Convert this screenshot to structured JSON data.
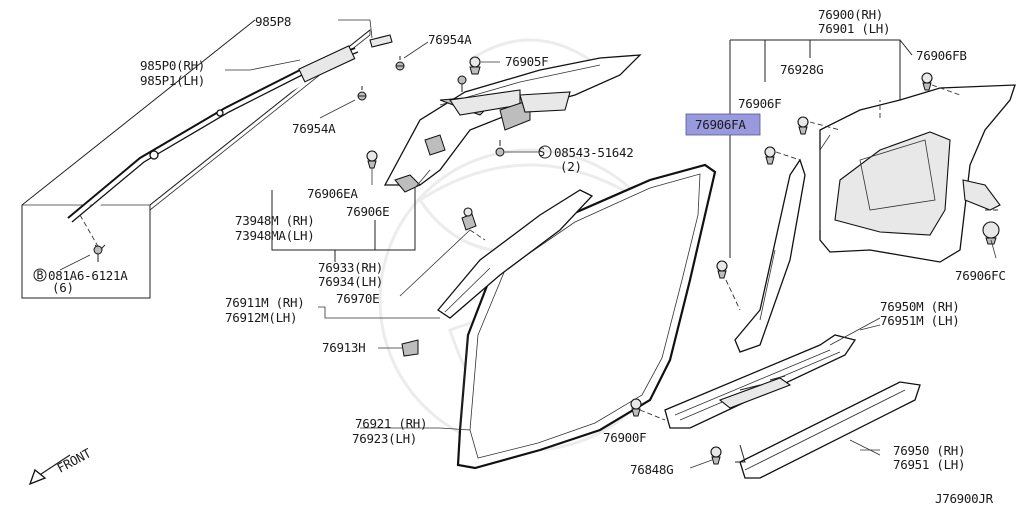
{
  "diagram_id": "J76900JR",
  "front_label": "FRONT",
  "highlighted_part": "76906FA",
  "labels": {
    "p985P8": "985P8",
    "p985P0": "985P0(RH)",
    "p985P1": "985P1(LH)",
    "p76954A_top": "76954A",
    "p76954A_bottom": "76954A",
    "p76905F": "76905F",
    "p08543": "08543-51642",
    "p08543_qty": "(2)",
    "p08543_circle": "S",
    "p081A6": "081A6-6121A",
    "p081A6_qty": "(6)",
    "p081A6_circle": "B",
    "p76906EA": "76906EA",
    "p73948M": "73948M (RH)",
    "p73948MA": "73948MA(LH)",
    "p76906E": "76906E",
    "p76933": "76933(RH)",
    "p76934": "76934(LH)",
    "p76911M": "76911M (RH)",
    "p76912M": "76912M(LH)",
    "p76970E": "76970E",
    "p76913H": "76913H",
    "p76921": "76921 (RH)",
    "p76923": "76923(LH)",
    "p76900RH": "76900(RH)",
    "p76901LH": "76901 (LH)",
    "p76928G": "76928G",
    "p76906FB": "76906FB",
    "p76906F": "76906F",
    "p76906FA": "76906FA",
    "p76906FC": "76906FC",
    "p76950M": "76950M (RH)",
    "p76951M": "76951M (LH)",
    "p76900F": "76900F",
    "p76848G": "76848G",
    "p76950": "76950 (RH)",
    "p76951": "76951 (LH)"
  },
  "colors": {
    "highlight": "#9999dd",
    "line": "#222222",
    "background": "#ffffff"
  }
}
